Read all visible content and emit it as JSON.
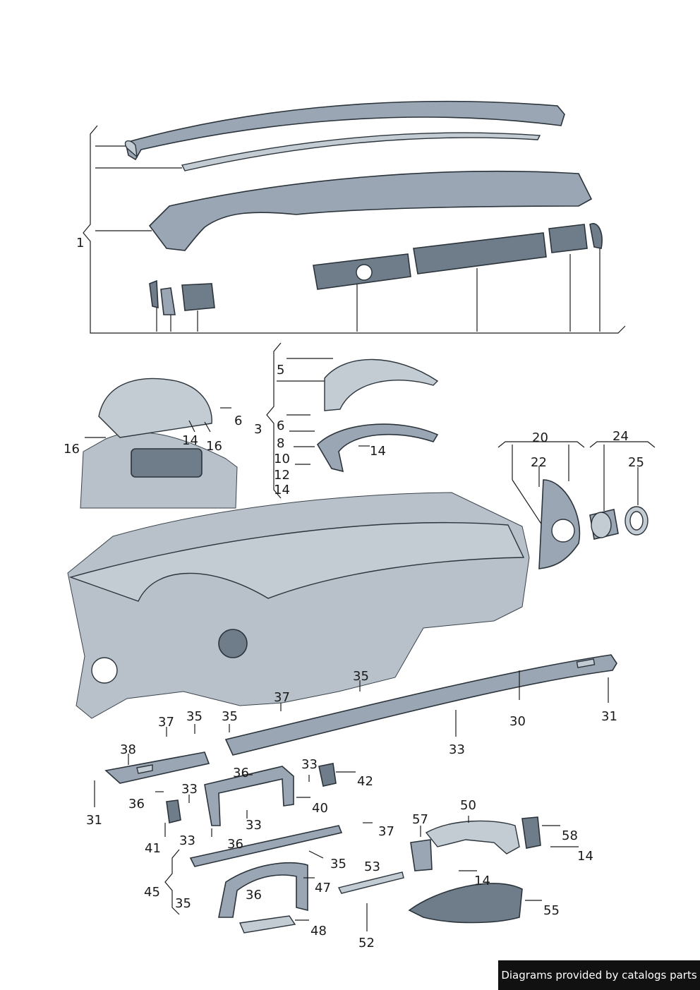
{
  "diagram": {
    "labels": {
      "l1": "1",
      "l3": "3",
      "l5": "5",
      "l6a": "6",
      "l6b": "6",
      "l8": "8",
      "l10": "10",
      "l12": "12",
      "l14a": "14",
      "l14b": "14",
      "l14c": "14",
      "l14d": "14",
      "l14e": "14",
      "l16a": "16",
      "l16b": "16",
      "l20": "20",
      "l22": "22",
      "l24": "24",
      "l25": "25",
      "l30": "30",
      "l31a": "31",
      "l31b": "31",
      "l33a": "33",
      "l33b": "33",
      "l33c": "33",
      "l33d": "33",
      "l33e": "33",
      "l35a": "35",
      "l35b": "35",
      "l35c": "35",
      "l35d": "35",
      "l35e": "35",
      "l36a": "36",
      "l36b": "36",
      "l36c": "36",
      "l36d": "36",
      "l37a": "37",
      "l37b": "37",
      "l37c": "37",
      "l38": "38",
      "l40": "40",
      "l41": "41",
      "l42": "42",
      "l45": "45",
      "l47": "47",
      "l48": "48",
      "l50": "50",
      "l52": "52",
      "l53": "53",
      "l55": "55",
      "l57": "57",
      "l58": "58"
    }
  },
  "credit": "Diagrams provided by catalogs parts"
}
